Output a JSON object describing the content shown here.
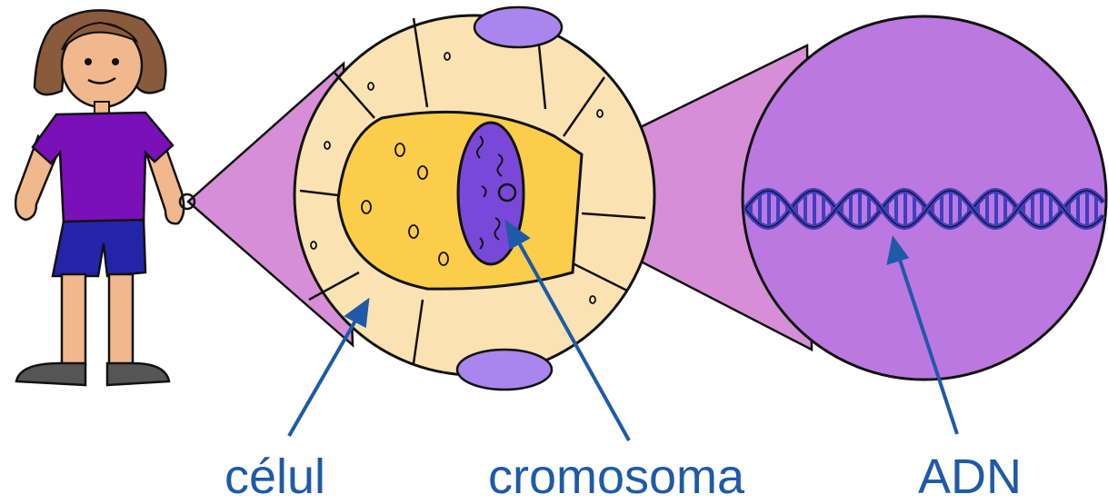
{
  "labels": {
    "cell": "célul",
    "chromosome": "cromosoma",
    "dna": "ADN"
  },
  "colors": {
    "label_text": "#1e5aa8",
    "arrow": "#1e5aa8",
    "outline": "#111111",
    "cone": "#d68fd6",
    "cell_outer": "#fbe2b2",
    "nucleus": "#fbcd4a",
    "chromosome": "#7a48d8",
    "dna_circle": "#bb78e0",
    "dna_strand": "#3f3fc0",
    "shirt": "#7a10b8",
    "shorts": "#2424a8",
    "skin": "#f0b88c",
    "hair": "#8a5a3c",
    "shoes": "#555555"
  },
  "icons": {
    "person": "girl-figure-icon",
    "cell": "cell-cross-section-icon",
    "dna": "double-helix-icon"
  }
}
